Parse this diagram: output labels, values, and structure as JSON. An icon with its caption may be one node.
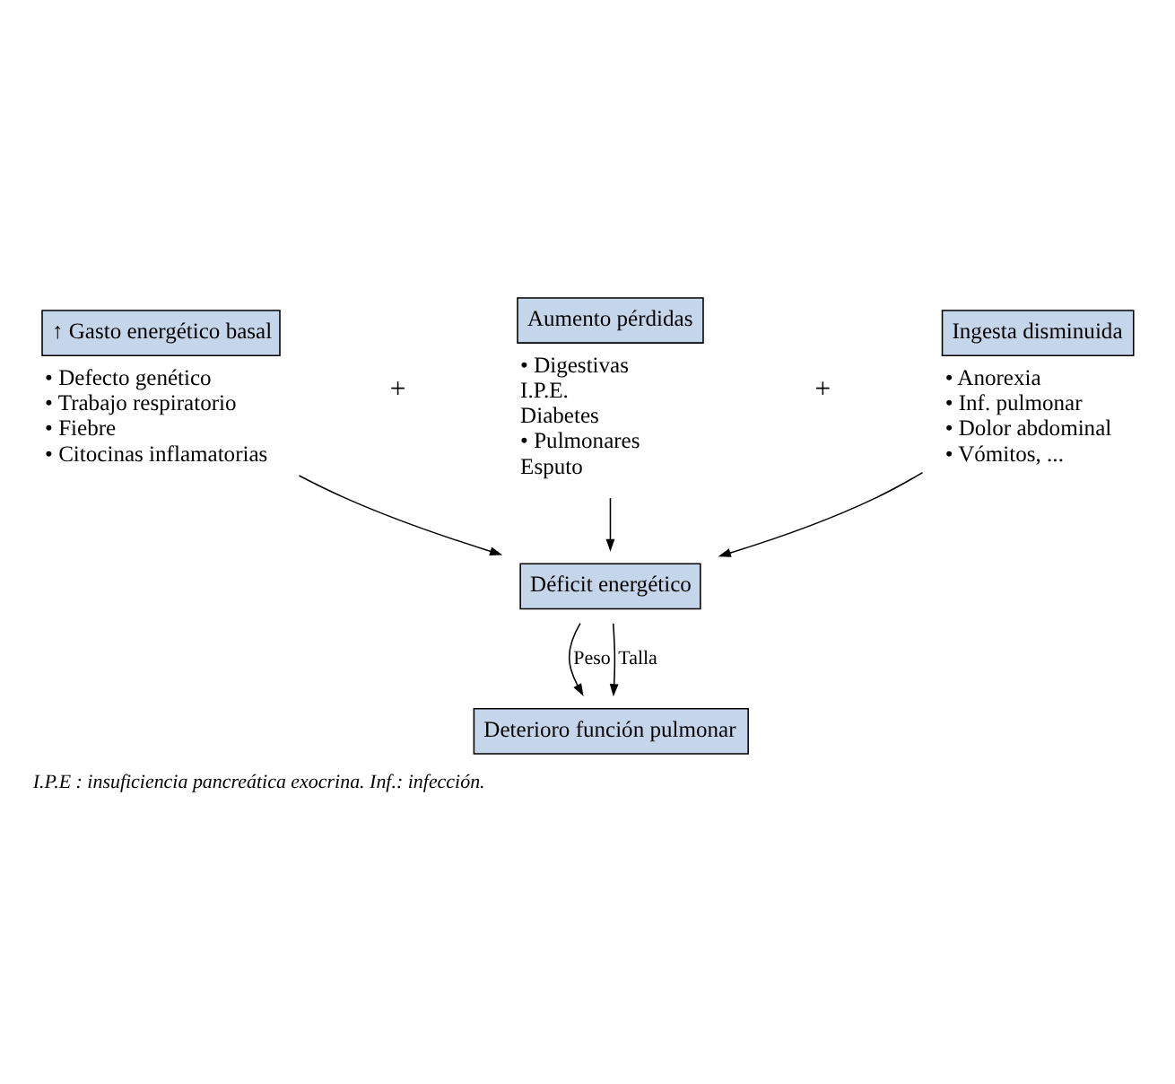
{
  "diagram": {
    "caption": "I.P.E : insuficiencia pancreática exocrina. Inf.: infección.",
    "nodes": [
      {
        "text": [
          "↑ Gasto energético basal"
        ],
        "beside": [
          "• Defecto genético",
          "• Trabajo respiratorio",
          "• Fiebre",
          "• Citocinas inflamatorias"
        ]
      },
      {
        "text": [
          "Aumento pérdidas"
        ],
        "beside": [
          "• Digestivas",
          "I.P.E.",
          "Diabetes",
          "• Pulmonares",
          "Esputo"
        ]
      },
      {
        "text": [
          "Ingesta disminuida"
        ],
        "beside": [
          "• Anorexia",
          "• Inf. pulmonar",
          "• Dolor abdominal",
          "• Vómitos, ..."
        ]
      },
      {
        "text": [
          "Déficit energético"
        ]
      },
      {
        "text": [
          "Deterioro función pulmonar"
        ]
      }
    ],
    "edges": [
      {
        "from": 0,
        "to": 3,
        "arrow": "to"
      },
      {
        "from": 1,
        "to": 3,
        "arrow": "to"
      },
      {
        "from": 2,
        "to": 3,
        "arrow": "to"
      },
      {
        "from": 3,
        "to": 4,
        "arrow": "to",
        "label": "Peso"
      },
      {
        "from": 3,
        "to": 4,
        "arrow": "to",
        "label": "Talla"
      }
    ],
    "labels": [
      "+",
      "+"
    ]
  }
}
